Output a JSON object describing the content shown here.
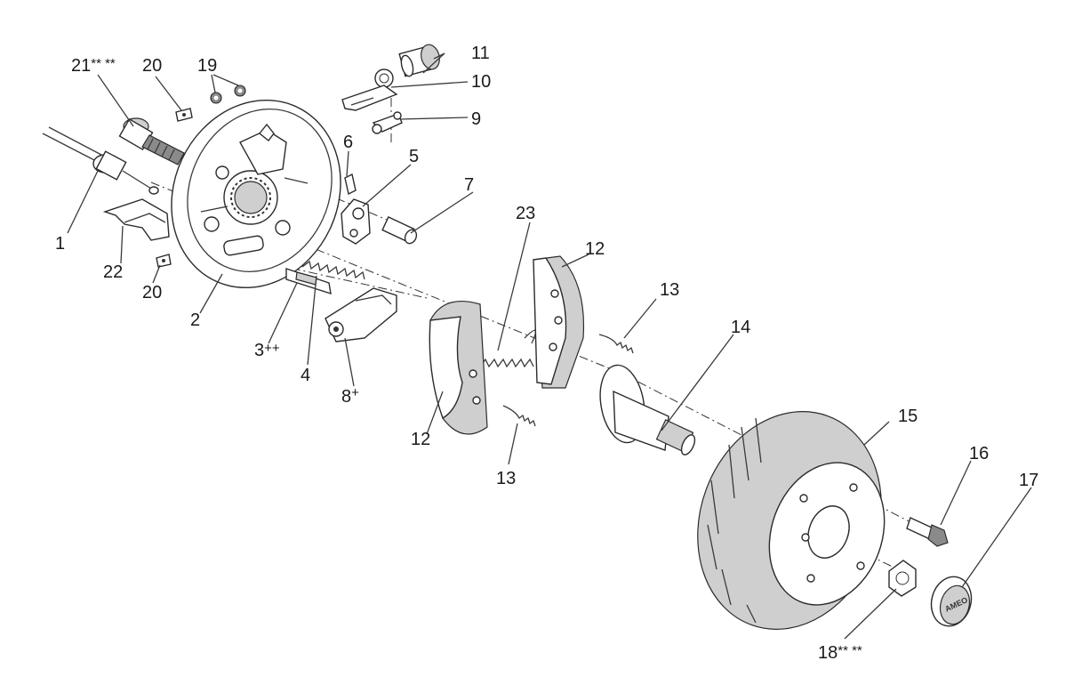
{
  "labels": {
    "p1": "1",
    "p2": "2",
    "p3": "3",
    "p3_suffix": "++",
    "p4": "4",
    "p5": "5",
    "p6": "6",
    "p7": "7",
    "p8": "8",
    "p8_suffix": "+",
    "p9": "9",
    "p10": "10",
    "p11": "11",
    "p12a": "12",
    "p12b": "12",
    "p13a": "13",
    "p13b": "13",
    "p14": "14",
    "p15": "15",
    "p16": "16",
    "p17": "17",
    "p18": "18",
    "p18_suffix": "** **",
    "p19": "19",
    "p20a": "20",
    "p20b": "20",
    "p21": "21",
    "p21_suffix": "** **",
    "p22": "22",
    "p23": "23"
  },
  "hub_cap_text": "AMEO",
  "colors": {
    "line": "#2b2b2b",
    "shade": "#cfcfcf",
    "background": "#ffffff"
  }
}
